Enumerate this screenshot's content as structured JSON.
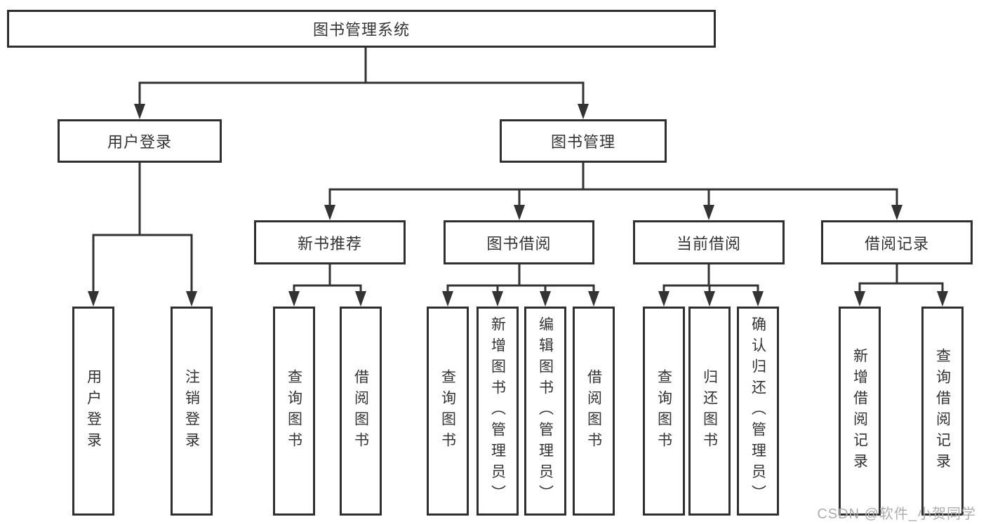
{
  "diagram": {
    "root": {
      "label": "图书管理系统"
    },
    "branches": [
      {
        "label": "用户登录",
        "children": [
          {
            "label": "用户登录"
          },
          {
            "label": "注销登录"
          }
        ]
      },
      {
        "label": "图书管理",
        "children": [
          {
            "label": "新书推荐",
            "children": [
              {
                "label": "查询图书"
              },
              {
                "label": "借阅图书"
              }
            ]
          },
          {
            "label": "图书借阅",
            "children": [
              {
                "label": "查询图书"
              },
              {
                "label": "新增图书（管理员）"
              },
              {
                "label": "编辑图书（管理员）"
              },
              {
                "label": "借阅图书"
              }
            ]
          },
          {
            "label": "当前借阅",
            "children": [
              {
                "label": "查询图书"
              },
              {
                "label": "归还图书"
              },
              {
                "label": "确认归还（管理员）"
              }
            ]
          },
          {
            "label": "借阅记录",
            "children": [
              {
                "label": "新增借阅记录"
              },
              {
                "label": "查询借阅记录"
              }
            ]
          }
        ]
      }
    ],
    "watermark": "CSDN @软件_小贺同学",
    "colors": {
      "line": "#333333",
      "text": "#333333",
      "background": "#ffffff",
      "watermark": "#adadad"
    }
  }
}
